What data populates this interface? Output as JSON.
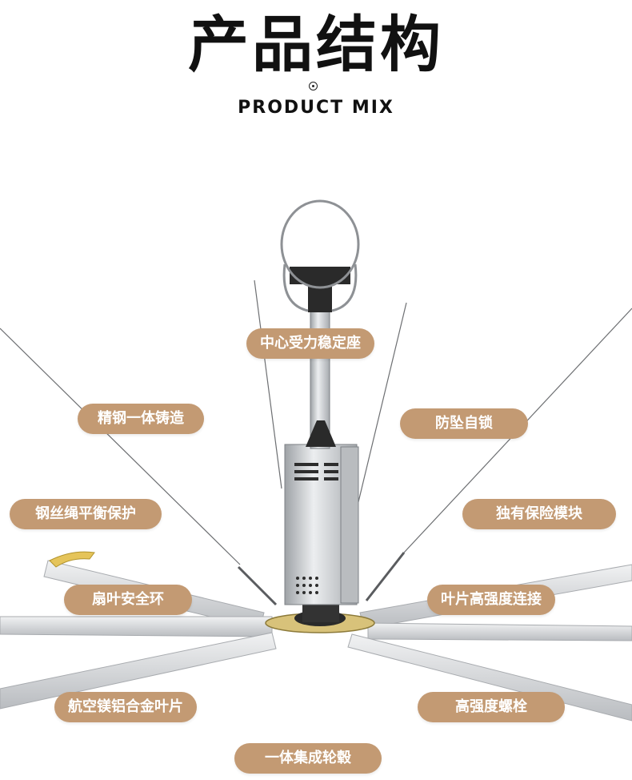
{
  "header": {
    "title": "产品结构",
    "subtitle": "PRODUCT MIX"
  },
  "labels": {
    "center_mount": "中心受力稳定座",
    "steel_casting": "精钢一体铸造",
    "anti_fall": "防坠自锁",
    "wire_balance": "钢丝绳平衡保护",
    "safety_module": "独有保险模块",
    "blade_ring": "扇叶安全环",
    "blade_connect": "叶片高强度连接",
    "aluminum_blade": "航空镁铝合金叶片",
    "bolts": "高强度螺栓",
    "wheel_hub": "一体集成轮毂"
  },
  "colors": {
    "pill": "#c39a73",
    "text": "#111111",
    "steel": "#c7c9cc",
    "blade": "#d8dadd",
    "ring": "#e0c060"
  }
}
